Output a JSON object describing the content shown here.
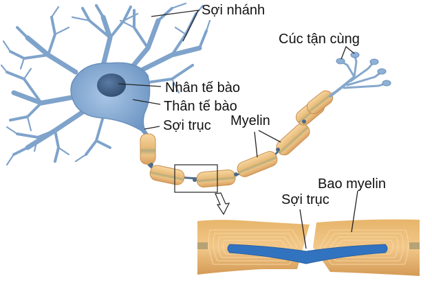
{
  "diagram": {
    "title": "Neuron structure",
    "labels": {
      "dendrites": "Sợi nhánh",
      "axon_terminals": "Cúc tận cùng",
      "nucleus": "Nhân tế bào",
      "cell_body": "Thân tế bào",
      "axon": "Sợi trục",
      "myelin": "Myelin",
      "myelin_sheath": "Bao myelin",
      "axon_detail": "Sợi trục"
    },
    "colors": {
      "neuron_blue": "#7fa6cf",
      "neuron_blue_dark": "#5a84b4",
      "nucleus": "#3f5e85",
      "myelin": "#f0c88a",
      "myelin_stripe": "#a8a878",
      "axon_core": "#2f6fb8",
      "sheath_detail": "#d9a65c",
      "line": "#222222"
    },
    "myelin_segment_count": 7,
    "terminal_count": 5
  }
}
